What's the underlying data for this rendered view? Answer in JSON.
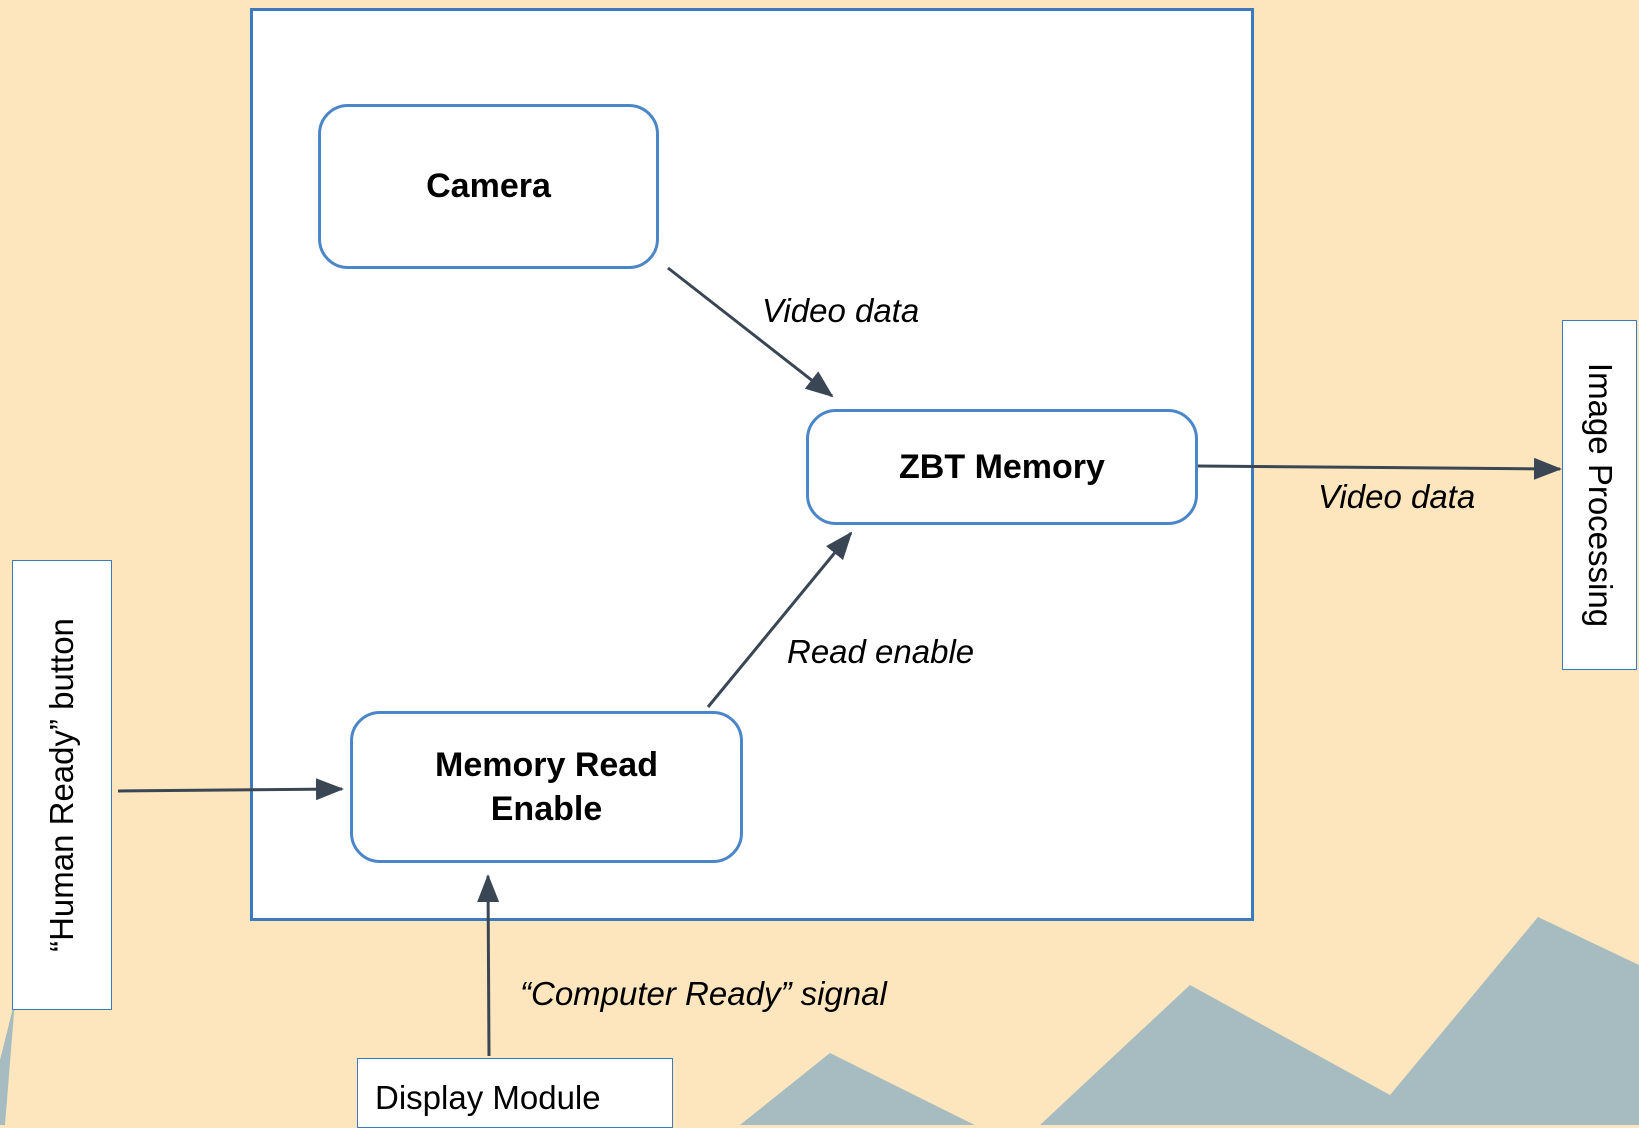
{
  "blocks": {
    "camera": "Camera",
    "zbt_memory": "ZBT Memory",
    "memory_read_enable": "Memory Read\nEnable"
  },
  "externals": {
    "human_ready_button": "“Human Ready” button",
    "image_processing": "Image Processing",
    "display_module": "Display Module"
  },
  "edge_labels": {
    "video_data_in": "Video data",
    "video_data_out": "Video data",
    "read_enable": "Read enable",
    "computer_ready": "“Computer Ready” signal"
  },
  "colors": {
    "background": "#fde6bd",
    "mountains": "#a7bcc0",
    "block_border": "#4a86c8",
    "arrow": "#3a4654"
  }
}
